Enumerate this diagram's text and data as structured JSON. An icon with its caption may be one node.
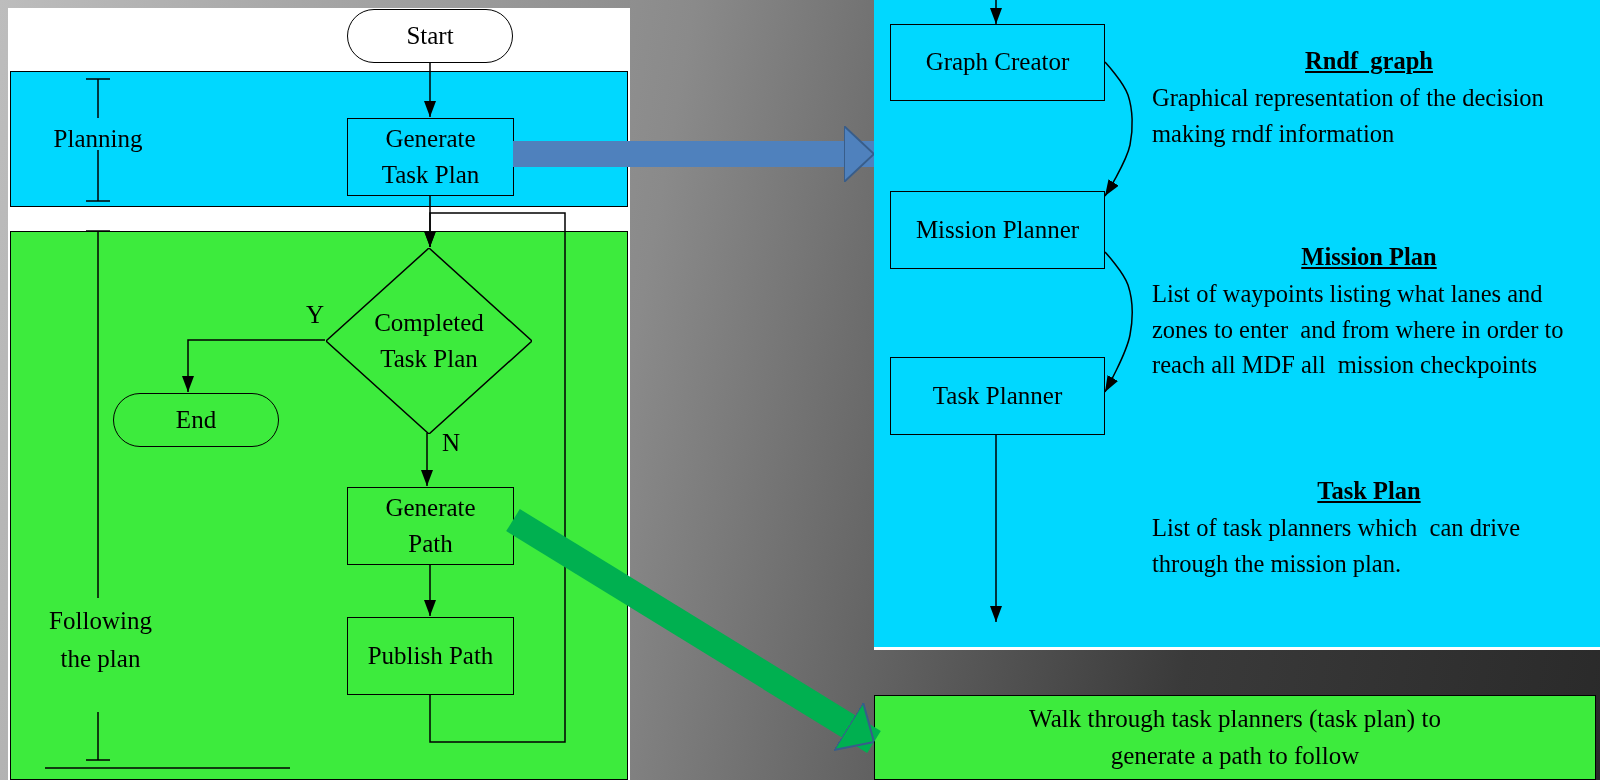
{
  "diagram": {
    "nodes": [
      {
        "text": [
          "Planning"
        ]
      },
      {
        "text": [
          "Start"
        ]
      },
      {
        "text": [
          "Generate Task Plan"
        ],
        "in": 0
      },
      {
        "text": [
          "Following the plan"
        ]
      },
      {
        "text": [
          "Completed Task Plan"
        ],
        "in": 3
      },
      {
        "text": [
          "End"
        ],
        "in": 3
      },
      {
        "text": [
          "Generate Path"
        ],
        "in": 3
      },
      {
        "text": [
          "Publish Path"
        ],
        "in": 3
      },
      {
        "text": [
          "Rndf  graph",
          "Graphical representation of the decision making rndf information",
          "Mission Plan",
          "List of waypoints listing what lanes and zones to enter  and from where in order to reach all MDF all  mission checkpoints",
          "Task Plan",
          "List of task planners which  can drive through the mission plan."
        ]
      },
      {
        "text": [
          "Graph Creator"
        ],
        "in": 8
      },
      {
        "text": [
          "Mission Planner"
        ],
        "in": 8
      },
      {
        "text": [
          "Task Planner"
        ],
        "in": 8
      },
      {
        "text": [
          "Walk through task planners (task plan) to generate a path to follow"
        ]
      }
    ],
    "edges": [
      {
        "from": 1,
        "to": 2,
        "arrow": "to"
      },
      {
        "from": 2,
        "to": 4,
        "arrow": "to"
      },
      {
        "from": 4,
        "to": 5,
        "arrow": "to",
        "label": "Y"
      },
      {
        "from": 4,
        "to": 6,
        "arrow": "to",
        "label": "N"
      },
      {
        "from": 6,
        "to": 7,
        "arrow": "to"
      },
      {
        "from": 7,
        "to": 4,
        "arrow": "to"
      },
      {
        "from": 2,
        "to": 8,
        "arrow": "to",
        "style": "thick",
        "color": "#4f81bd"
      },
      {
        "from": 6,
        "to": 12,
        "arrow": "to",
        "style": "thick",
        "color": "#00b050"
      },
      {
        "from": null,
        "to": 9,
        "arrow": "to"
      },
      {
        "from": 9,
        "to": 10,
        "arrow": "to"
      },
      {
        "from": 10,
        "to": 11,
        "arrow": "to"
      },
      {
        "from": 11,
        "to": null,
        "arrow": "to"
      }
    ]
  }
}
